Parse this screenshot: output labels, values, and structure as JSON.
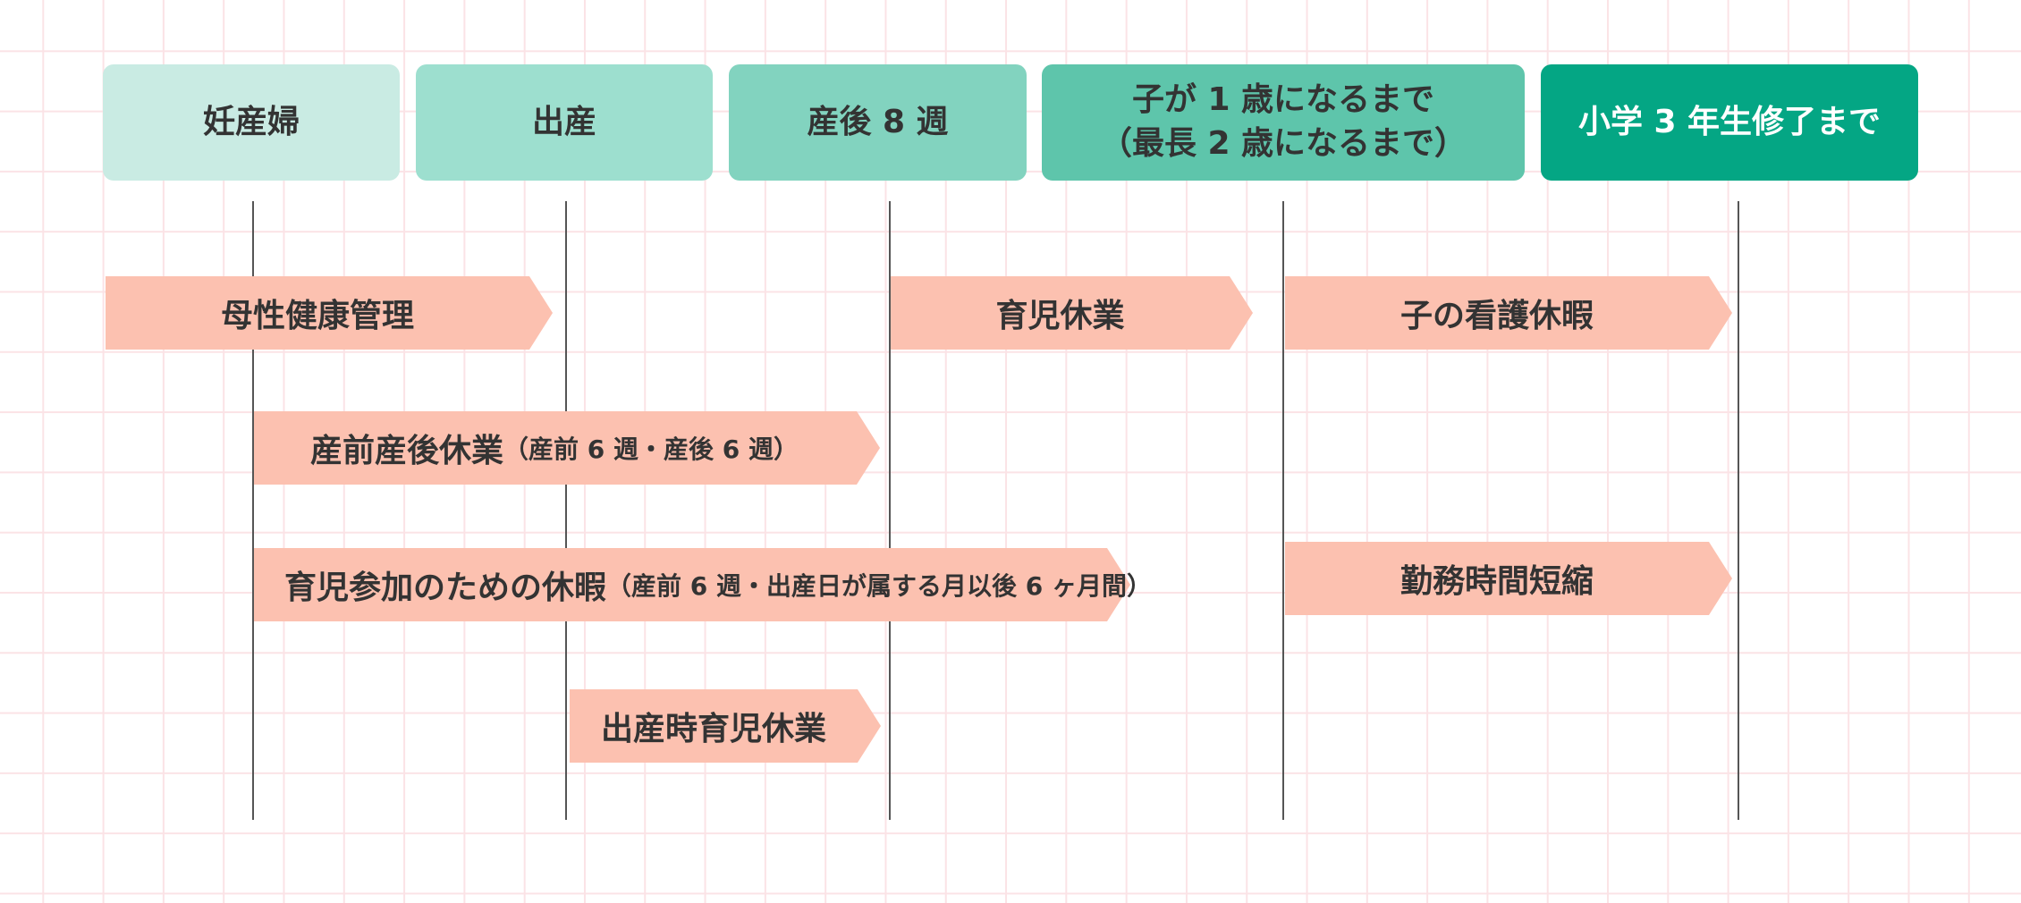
{
  "headers": [
    {
      "label": "妊産婦",
      "color": "#c9ebe3"
    },
    {
      "label": "出産",
      "color": "#9ddfcf"
    },
    {
      "label": "産後 8 週",
      "color": "#82d3bf"
    },
    {
      "label": "子が 1 歳になるまで\n（最長 2 歳になるまで）",
      "color": "#5ec5ab"
    },
    {
      "label": "小学 3 年生修了まで",
      "color": "#04a684"
    }
  ],
  "bars": [
    {
      "label": "母性健康管理"
    },
    {
      "label": "育児休業"
    },
    {
      "label": "子の看護休暇"
    },
    {
      "label": "産前産後休業",
      "note": "（産前 6 週・産後 6 週）"
    },
    {
      "label": "育児参加のための休暇",
      "note": "（産前 6 週・出産日が属する月以後 6 ヶ月間）"
    },
    {
      "label": "勤務時間短縮"
    },
    {
      "label": "出産時育児休業"
    }
  ],
  "colors": {
    "bar": "#fcc1b0",
    "timeline_line": "#555555",
    "grid": "#fbe3e6"
  }
}
